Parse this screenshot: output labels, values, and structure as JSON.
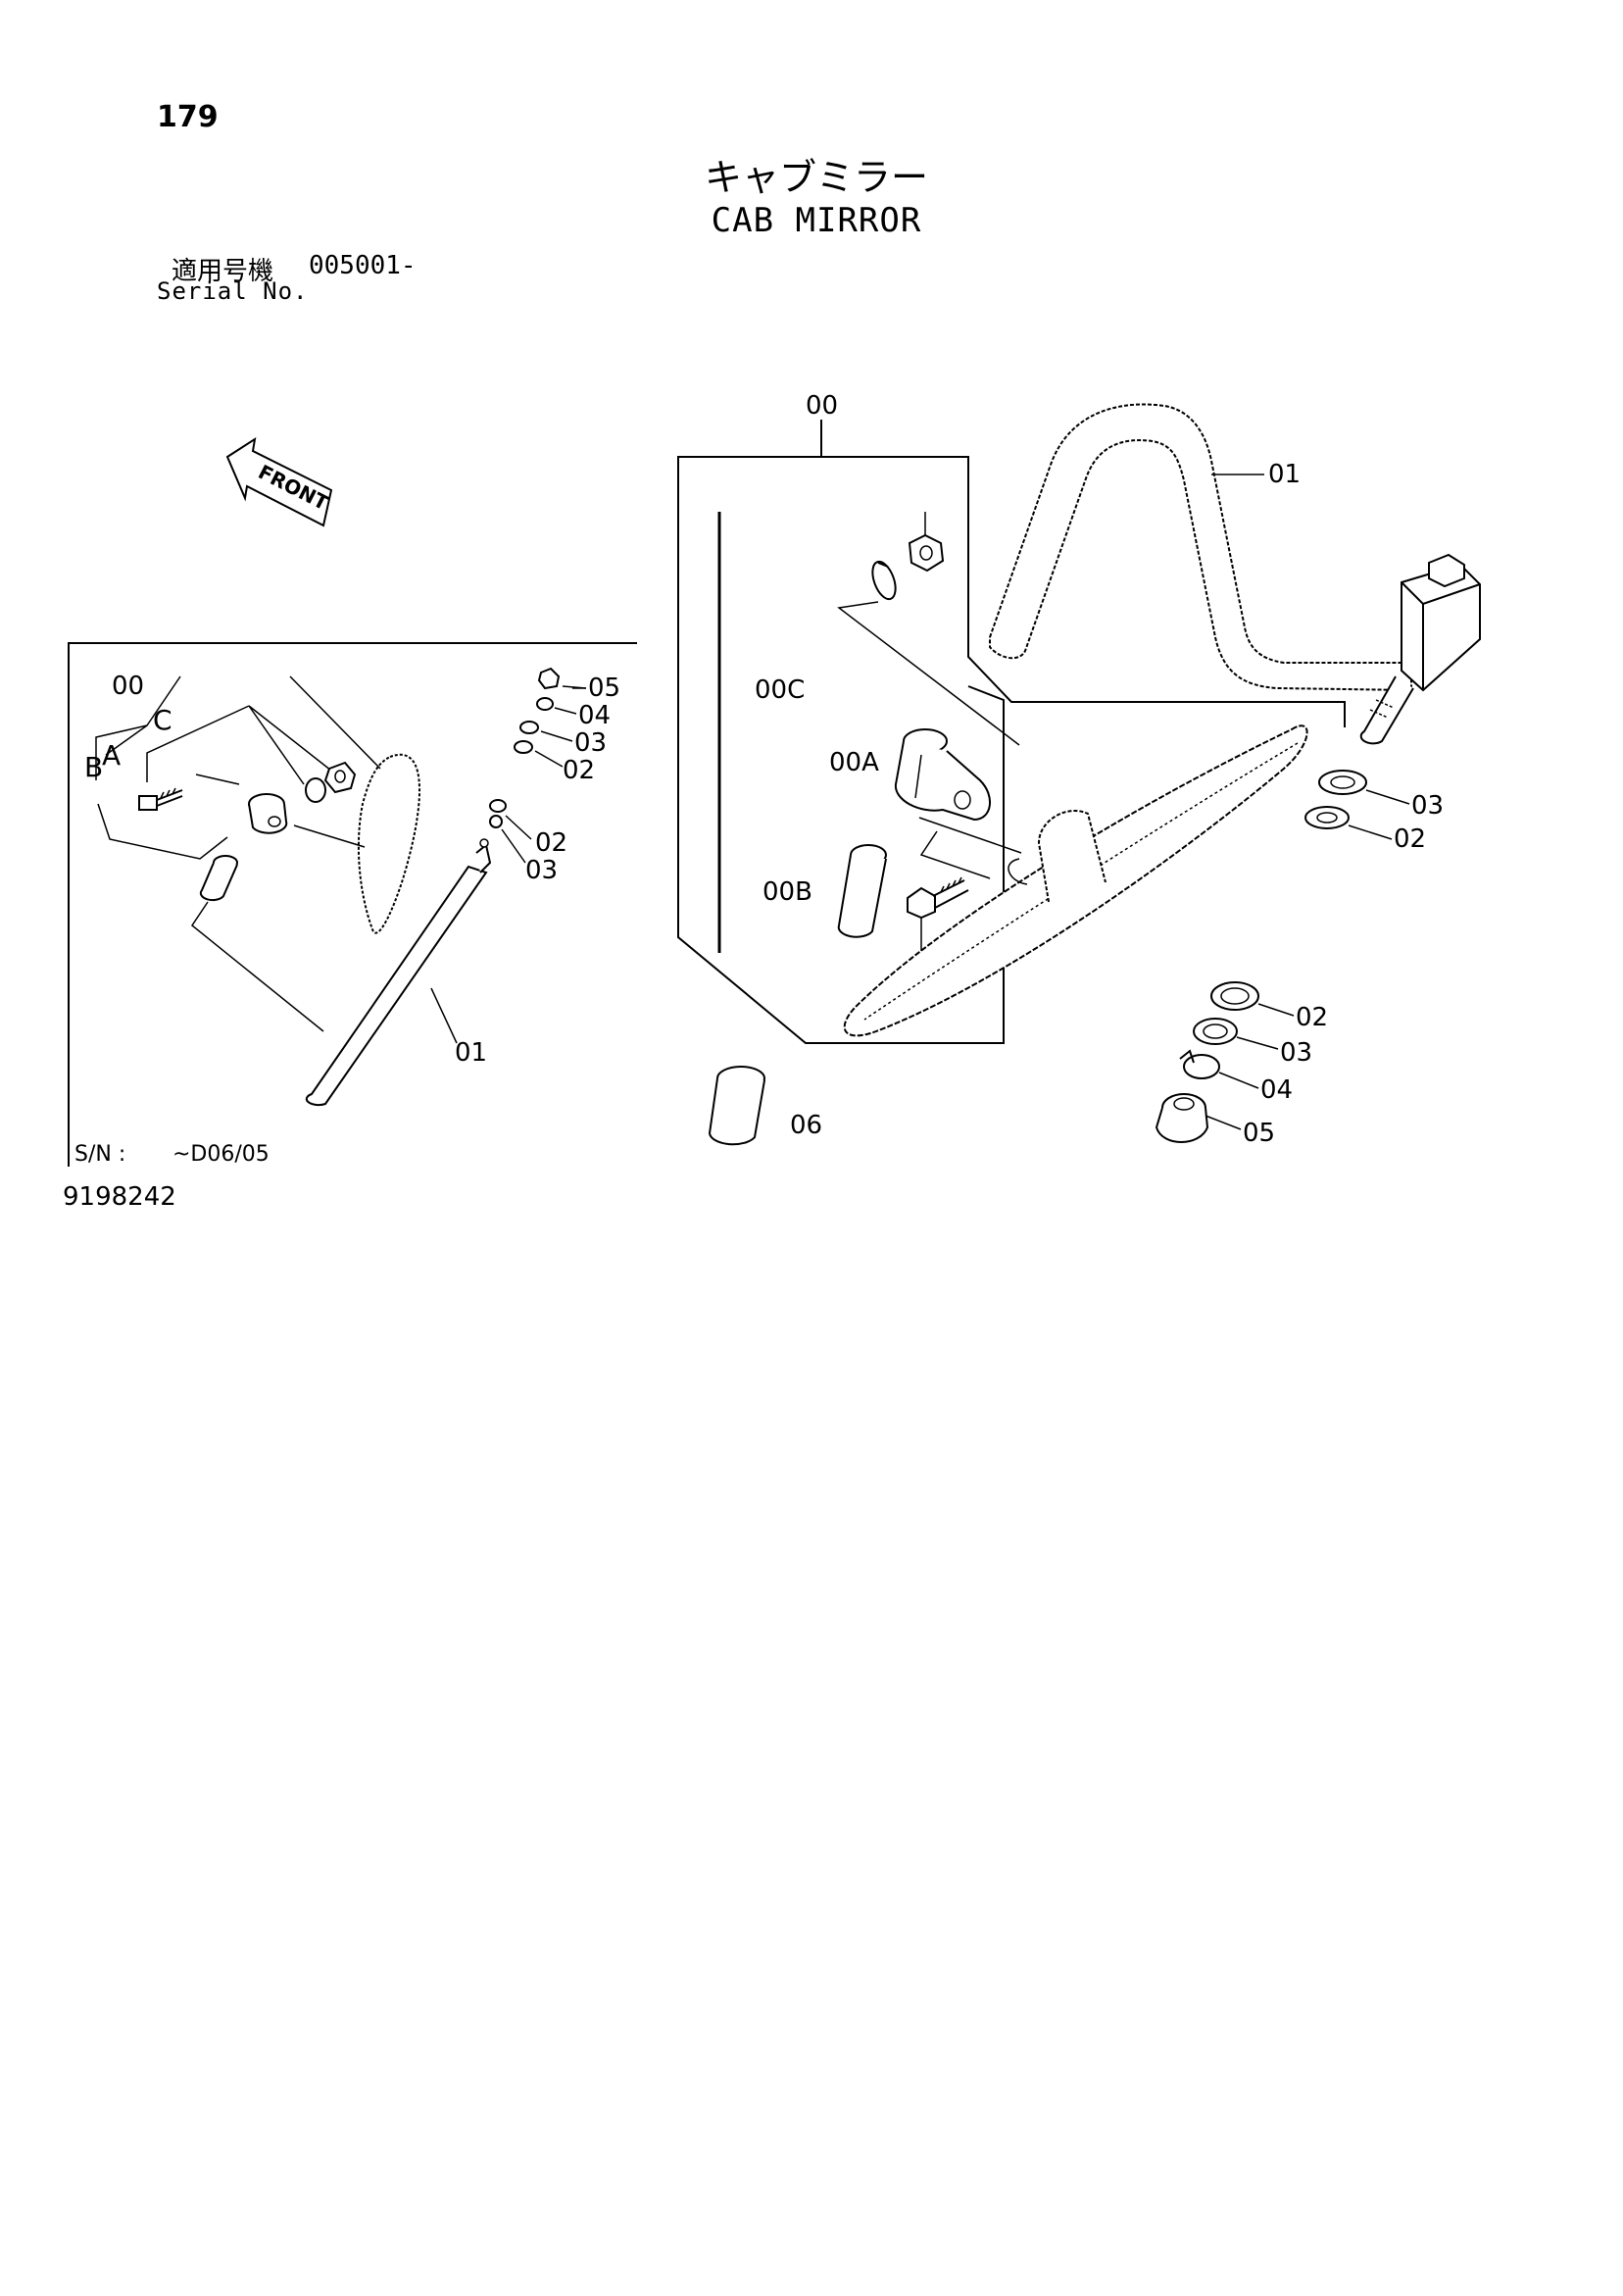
{
  "page": {
    "number": "179",
    "title_jp": "キャブミラー",
    "title_en": "CAB MIRROR",
    "serial_label_jp": "適用号機",
    "serial_range": "005001-",
    "serial_label_en": "Serial No.",
    "drawing_number": "9198242"
  },
  "front_arrow": {
    "label": "FRONT"
  },
  "inset": {
    "serial_note_prefix": "S/N :",
    "serial_note_value": "~D06/05",
    "callouts": {
      "assy": "00",
      "c": "C",
      "b": "B",
      "a": "A",
      "p05": "05",
      "p04": "04",
      "p03_top": "03",
      "p02_top": "02",
      "p02_mid": "02",
      "p03_mid": "03",
      "p01": "01"
    }
  },
  "main": {
    "callouts": {
      "assy": "00",
      "p01": "01",
      "sub_c": "00C",
      "sub_a": "00A",
      "sub_b": "00B",
      "p03_right": "03",
      "p02_right": "02",
      "p02_low": "02",
      "p03_low": "03",
      "p04_low": "04",
      "p05_low": "05",
      "p06": "06"
    }
  }
}
